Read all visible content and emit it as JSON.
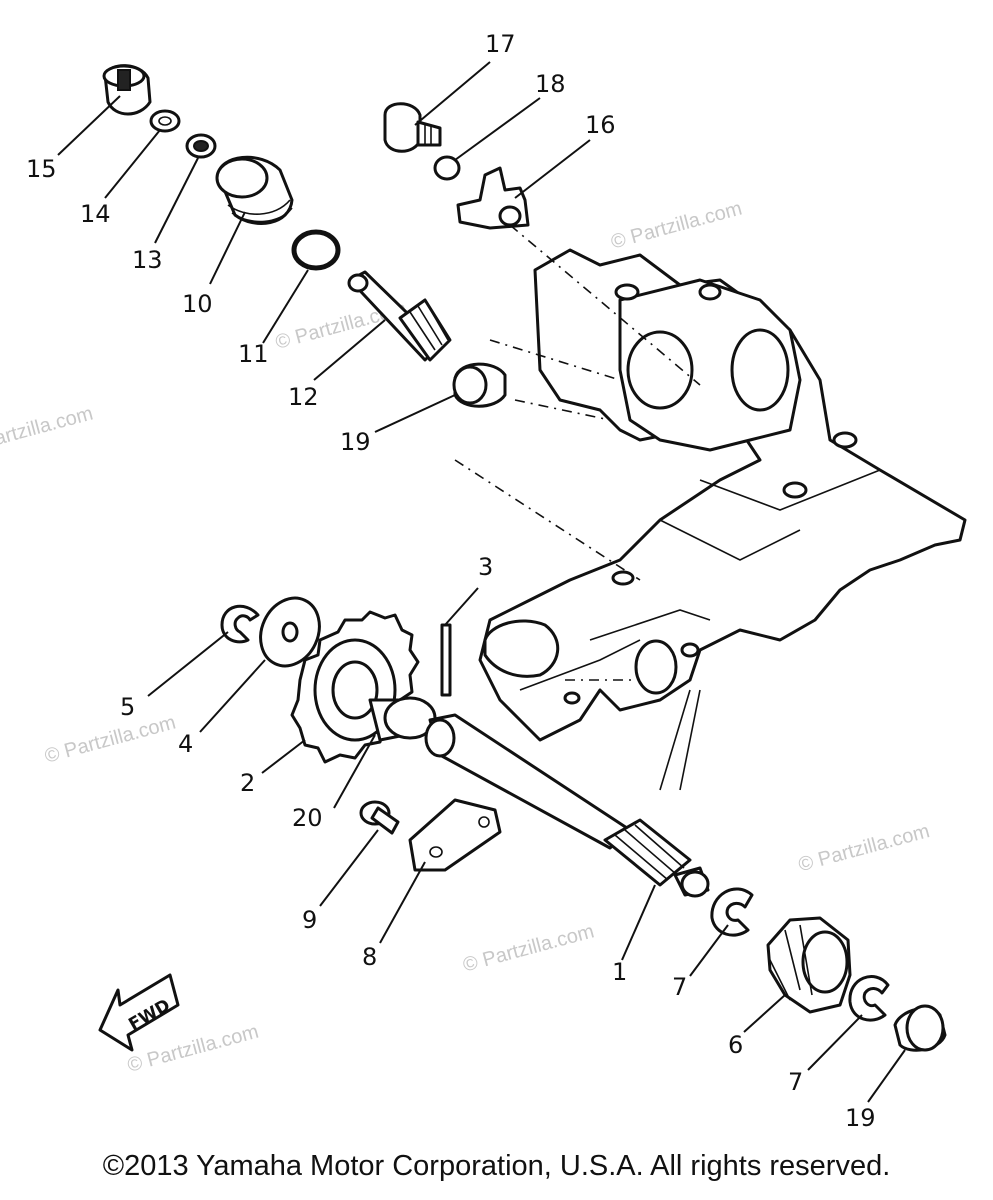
{
  "diagram": {
    "part_labels": [
      "17",
      "18",
      "16",
      "15",
      "14",
      "13",
      "10",
      "11",
      "12",
      "19",
      "3",
      "5",
      "4",
      "2",
      "20",
      "9",
      "8",
      "1",
      "7",
      "6",
      "7",
      "19"
    ],
    "fwd_label": "FWD",
    "watermark": "© Partzilla.com",
    "copyright": "©2013  Yamaha Motor Corporation, U.S.A. All rights reserved."
  }
}
